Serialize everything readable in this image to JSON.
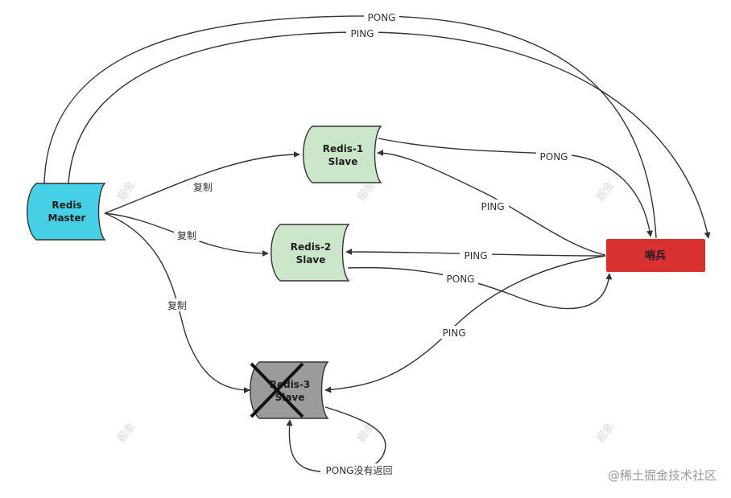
{
  "nodes": {
    "master": {
      "line1": "Redis",
      "line2": "Master",
      "color": "#45d0e6"
    },
    "slave1": {
      "line1": "Redis-1",
      "line2": "Slave",
      "color": "#cce6c9"
    },
    "slave2": {
      "line1": "Redis-2",
      "line2": "Slave",
      "color": "#cce6c9"
    },
    "slave3": {
      "line1": "Redis-3",
      "line2": "Slave",
      "color": "#9b9b9b",
      "status": "down",
      "marker": "cross-icon"
    },
    "sentinel": {
      "label": "哨兵",
      "color": "#d93030"
    }
  },
  "edges": {
    "replicate_label": "复制",
    "ping_label": "PING",
    "pong_label": "PONG",
    "no_reply_label": "PONG没有返回"
  },
  "watermarks": {
    "text": "掘金"
  },
  "footer": {
    "source": "@稀土掘金技术社区"
  }
}
